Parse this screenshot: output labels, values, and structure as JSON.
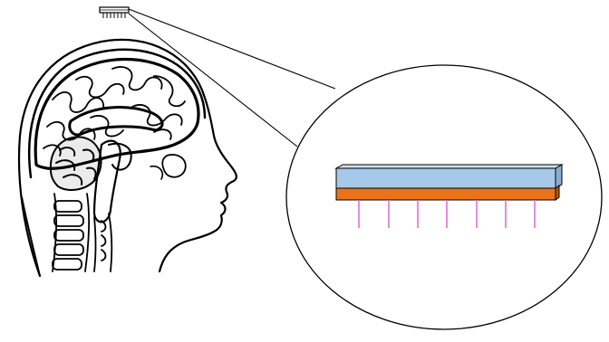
{
  "diagram": {
    "colors": {
      "outline": "#000000",
      "background": "#ffffff",
      "top_layer": "#a7c8e8",
      "bottom_layer": "#e8731a",
      "pins": "#e070d8"
    },
    "parts": {
      "head": "head-sagittal-section-illustration",
      "implant": "electrode-array-implant",
      "magnified_view": "magnified-electrode-array",
      "pin_count": 7
    }
  }
}
